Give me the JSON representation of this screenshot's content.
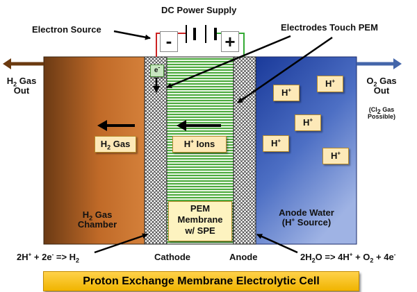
{
  "labels": {
    "dc_power_supply": "DC Power Supply",
    "electron_source": "Electron Source",
    "electrodes_touch_pem": "Electrodes Touch PEM",
    "minus_sign": "-",
    "plus_sign": "+",
    "h2_gas_out": [
      "H",
      "2",
      " Gas",
      "Out"
    ],
    "o2_gas_out": [
      "O",
      "2",
      " Gas",
      "Out"
    ],
    "cl2_possible": [
      "(Cl",
      "2",
      " Gas",
      "Possible)"
    ],
    "electron": [
      "e",
      "-"
    ],
    "h2_gas": [
      "H",
      "2",
      " Gas"
    ],
    "h_ions": [
      "H",
      "+",
      " Ions"
    ],
    "h_plus": [
      "H",
      "+"
    ],
    "pem_box": [
      "PEM",
      "Membrane",
      "w/ SPE"
    ],
    "h2_chamber": [
      "H",
      "2",
      " Gas",
      "Chamber"
    ],
    "anode_water": [
      "Anode Water",
      "(H",
      "+",
      " Source)"
    ],
    "cathode": "Cathode",
    "anode": "Anode",
    "cathode_reaction": [
      "2H",
      "+",
      " + 2e",
      "-",
      " => H",
      "2"
    ],
    "anode_reaction": [
      "2H",
      "2",
      "O => 4H",
      "+",
      " + O",
      "2",
      " + 4e",
      "-"
    ],
    "title": "Proton Exchange Membrane Electrolytic Cell"
  },
  "colors": {
    "h2_chamber_dark": "#6b3a14",
    "h2_chamber_light": "#d4803a",
    "anode_dark": "#1a3a9a",
    "anode_light": "#8ea8df",
    "membrane_green": "#4caa3e",
    "h2_arrow": "#6b3a10",
    "o2_arrow": "#4466aa",
    "wire_red": "#cc2222",
    "wire_green": "#33aa33",
    "title_bg": "#ffc820"
  }
}
